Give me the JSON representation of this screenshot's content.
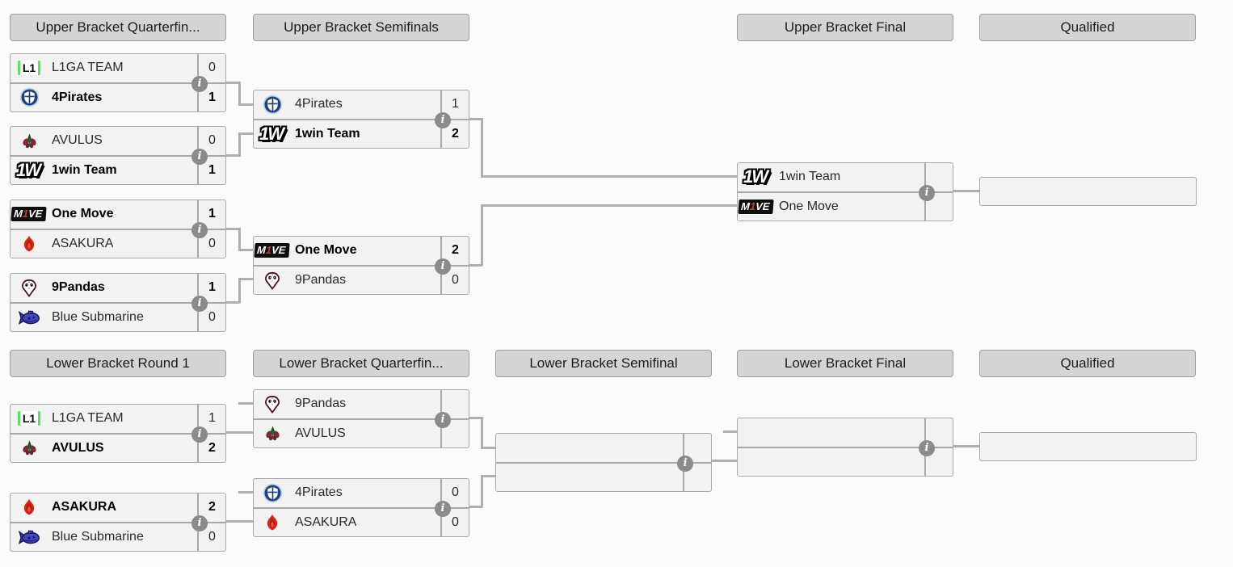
{
  "colors": {
    "page_background": "#fbfbfb",
    "header_background": "#d4d4d4",
    "match_background": "#f2f2f2",
    "border": "#a8a8a8",
    "connector": "#aeaeae",
    "info_icon_background": "#8b8b8b",
    "winner_text": "#000000",
    "l1ga_green": "#5ae263",
    "move_red": "#b8453a"
  },
  "headers": {
    "ub_qf": "Upper Bracket Quarterfin...",
    "ub_sf": "Upper Bracket Semifinals",
    "ub_f": "Upper Bracket Final",
    "q_upper": "Qualified",
    "lb_r1": "Lower Bracket Round 1",
    "lb_qf": "Lower Bracket Quarterfin...",
    "lb_sf": "Lower Bracket Semifinal",
    "lb_f": "Lower Bracket Final",
    "q_lower": "Qualified"
  },
  "icons": {
    "info": "i",
    "l1ga_logo": "white badge with green brackets and black L1",
    "pirates_logo": "navy circle with white shield",
    "avulus_logo": "maroon and green floral emblem",
    "onewin_logo": "white 1W sticker with black outline",
    "onemove_logo": "black plate reading M1VE with red 1",
    "asakura_logo": "red flame",
    "pandas_logo": "white panda pin with maroon outline",
    "bluesub_logo": "blue cartoon submarine"
  },
  "logos": {
    "l1ga": "L1",
    "onewin": "1W",
    "move_m": "M",
    "move_o": "1",
    "move_ve": "VE"
  },
  "matches": {
    "ub_qf1": {
      "top": {
        "team": "L1GA TEAM",
        "score": "0"
      },
      "bottom": {
        "team": "4Pirates",
        "score": "1"
      }
    },
    "ub_qf2": {
      "top": {
        "team": "AVULUS",
        "score": "0"
      },
      "bottom": {
        "team": "1win Team",
        "score": "1"
      }
    },
    "ub_qf3": {
      "top": {
        "team": "One Move",
        "score": "1"
      },
      "bottom": {
        "team": "ASAKURA",
        "score": "0"
      }
    },
    "ub_qf4": {
      "top": {
        "team": "9Pandas",
        "score": "1"
      },
      "bottom": {
        "team": "Blue Submarine",
        "score": "0"
      }
    },
    "ub_sf1": {
      "top": {
        "team": "4Pirates",
        "score": "1"
      },
      "bottom": {
        "team": "1win Team",
        "score": "2"
      }
    },
    "ub_sf2": {
      "top": {
        "team": "One Move",
        "score": "2"
      },
      "bottom": {
        "team": "9Pandas",
        "score": "0"
      }
    },
    "ub_final": {
      "top": {
        "team": "1win Team",
        "score": ""
      },
      "bottom": {
        "team": "One Move",
        "score": ""
      }
    },
    "lb_r1m1": {
      "top": {
        "team": "L1GA TEAM",
        "score": "1"
      },
      "bottom": {
        "team": "AVULUS",
        "score": "2"
      }
    },
    "lb_r1m2": {
      "top": {
        "team": "ASAKURA",
        "score": "2"
      },
      "bottom": {
        "team": "Blue Submarine",
        "score": "0"
      }
    },
    "lb_qf1": {
      "top": {
        "team": "9Pandas",
        "score": ""
      },
      "bottom": {
        "team": "AVULUS",
        "score": ""
      }
    },
    "lb_qf2": {
      "top": {
        "team": "4Pirates",
        "score": "0"
      },
      "bottom": {
        "team": "ASAKURA",
        "score": "0"
      }
    },
    "lb_sf": {
      "top": {
        "team": "",
        "score": ""
      },
      "bottom": {
        "team": "",
        "score": ""
      }
    },
    "lb_final": {
      "top": {
        "team": "",
        "score": ""
      },
      "bottom": {
        "team": "",
        "score": ""
      }
    },
    "q_upper": {
      "team": ""
    },
    "q_lower": {
      "team": ""
    }
  }
}
